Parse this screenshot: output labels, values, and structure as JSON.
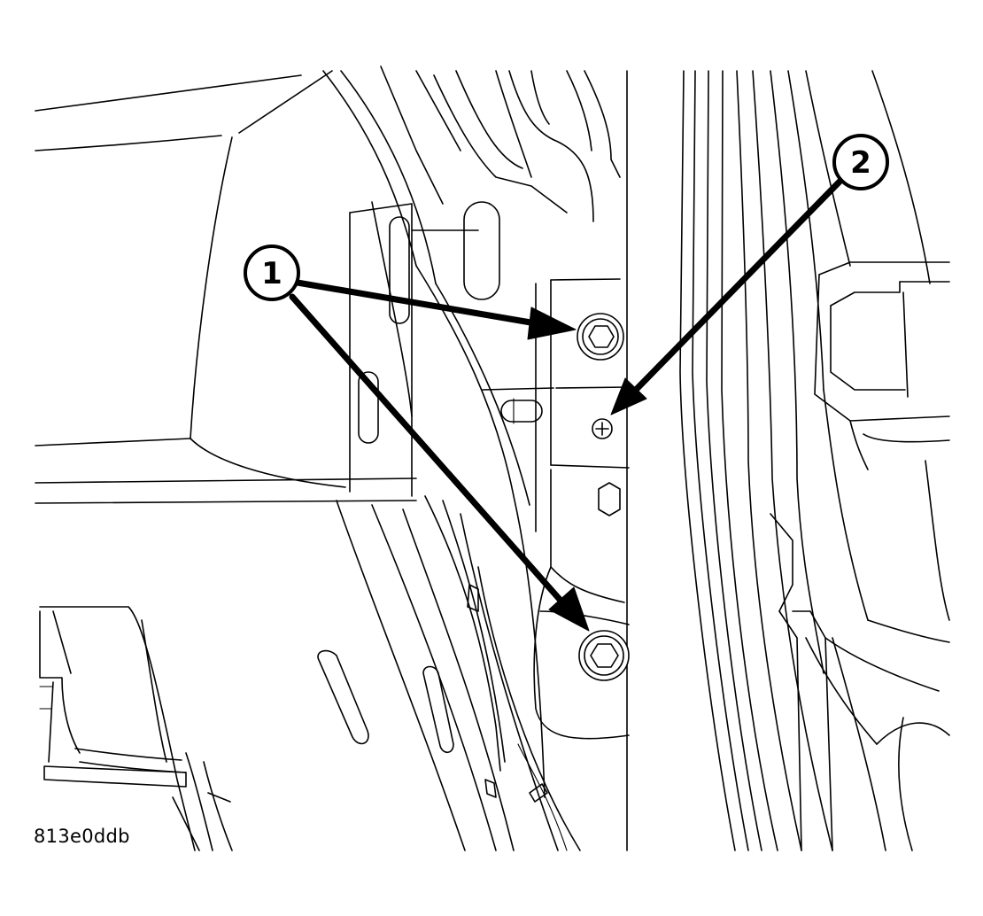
{
  "figure_id": "813e0ddb",
  "callouts": [
    {
      "label": "1",
      "part": "bolt"
    },
    {
      "label": "2",
      "part": "screw"
    }
  ],
  "colors": {
    "line": "#000000",
    "background": "#ffffff"
  }
}
